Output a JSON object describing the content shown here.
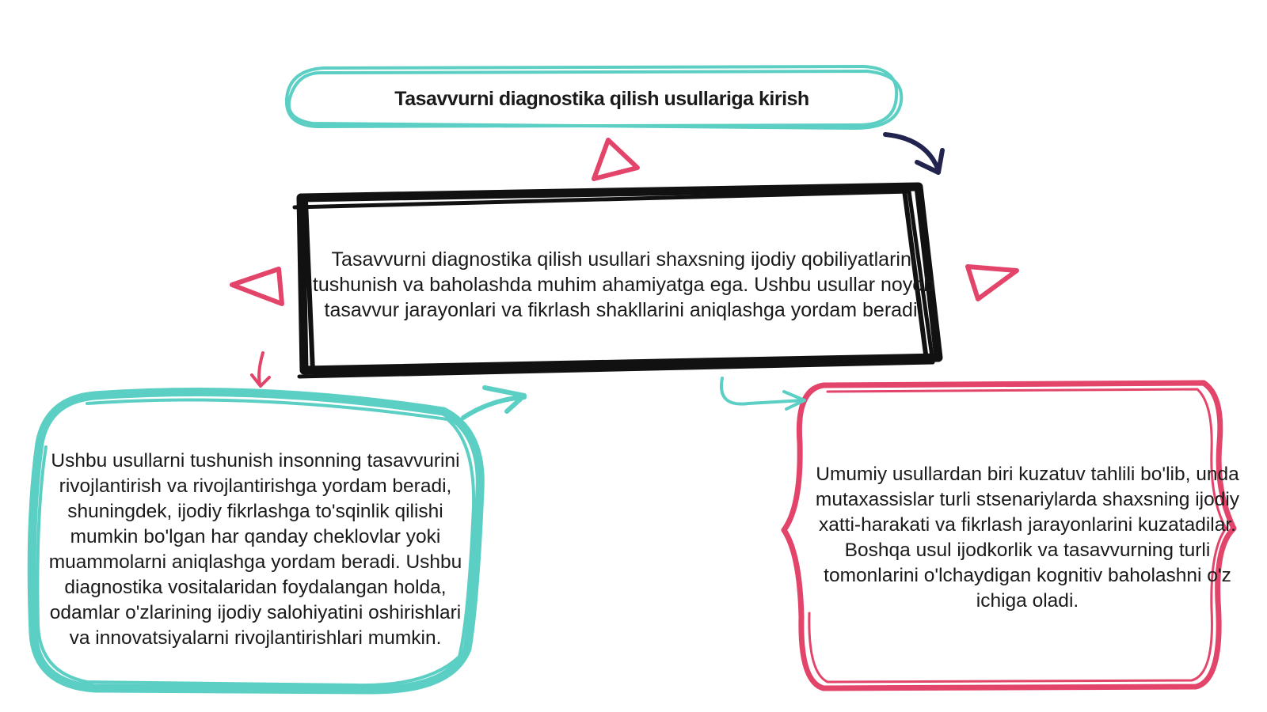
{
  "diagram": {
    "title": "Tasavvurni diagnostika qilish usullariga kirish",
    "center_text": "Tasavvurni diagnostika qilish usullari shaxsning ijodiy qobiliyatlarini tushunish va baholashda muhim ahamiyatga ega. Ushbu usullar noyob tasavvur jarayonlari va fikrlash shakllarini aniqlashga yordam beradi.",
    "left_text": "Ushbu usullarni tushunish insonning tasavvurini rivojlantirish va rivojlantirishga yordam beradi, shuningdek, ijodiy fikrlashga to'sqinlik qilishi mumkin bo'lgan har qanday cheklovlar yoki muammolarni aniqlashga yordam beradi. Ushbu diagnostika vositalaridan foydalangan holda, odamlar o'zlarining ijodiy salohiyatini oshirishlari va innovatsiyalarni rivojlantirishlari mumkin.",
    "right_text": "Umumiy usullardan biri kuzatuv tahlili bo'lib, unda mutaxassislar turli stsenariylarda shaxsning ijodiy xatti-harakati va fikrlash jarayonlarini kuzatadilar. Boshqa usul ijodkorlik va tasavvurning turli tomonlarini o'lchaydigan kognitiv baholashni o'z ichiga oladi."
  },
  "colors": {
    "teal": "#5ccfc4",
    "black": "#111111",
    "pink": "#e2446a",
    "navy": "#23234f"
  },
  "decorations": [
    "triangle-icon",
    "curved-arrow-icon"
  ]
}
